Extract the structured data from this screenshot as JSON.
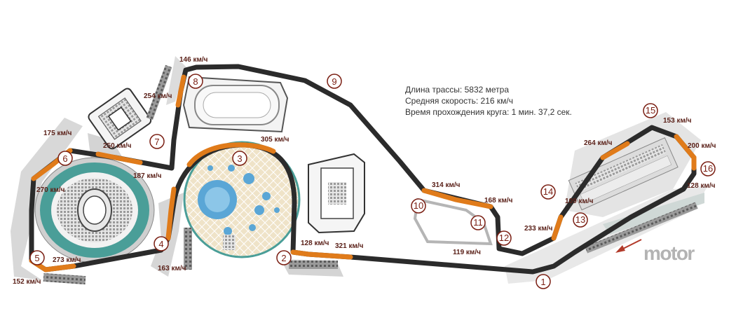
{
  "info": {
    "length": "Длина трассы: 5832 метра",
    "avg_speed": "Средняя скорость: 216 км/ч",
    "lap_time": "Время прохождения круга: 1 мин. 37,2 сек."
  },
  "logo": "motor",
  "colors": {
    "track": "#2b2b2b",
    "braking_zone": "#e07b1a",
    "turn_marker": "#7a1e12",
    "speed_text": "#5a2018",
    "stadium_seats": "#4a9e98",
    "water": "#5aa6d6",
    "logo": "#b3b3b3"
  },
  "turns": [
    {
      "number": "1"
    },
    {
      "number": "2"
    },
    {
      "number": "3"
    },
    {
      "number": "4"
    },
    {
      "number": "5"
    },
    {
      "number": "6"
    },
    {
      "number": "7"
    },
    {
      "number": "8"
    },
    {
      "number": "9"
    },
    {
      "number": "10"
    },
    {
      "number": "11"
    },
    {
      "number": "12"
    },
    {
      "number": "13"
    },
    {
      "number": "14"
    },
    {
      "number": "15"
    },
    {
      "number": "16"
    }
  ],
  "speeds": [
    {
      "label": "146 км/ч"
    },
    {
      "label": "254 км/ч"
    },
    {
      "label": "305 км/ч"
    },
    {
      "label": "175 км/ч"
    },
    {
      "label": "250 км/ч"
    },
    {
      "label": "187 км/ч"
    },
    {
      "label": "270 км/ч"
    },
    {
      "label": "163 км/ч"
    },
    {
      "label": "273 км/ч"
    },
    {
      "label": "152 км/ч"
    },
    {
      "label": "128 км/ч"
    },
    {
      "label": "321 км/ч"
    },
    {
      "label": "314 км/ч"
    },
    {
      "label": "168 км/ч"
    },
    {
      "label": "119 км/ч"
    },
    {
      "label": "233 км/ч"
    },
    {
      "label": "109 км/ч"
    },
    {
      "label": "264 км/ч"
    },
    {
      "label": "153 км/ч"
    },
    {
      "label": "200 км/ч"
    },
    {
      "label": "128 км/ч"
    }
  ],
  "direction_arrow": "arrow-left-icon"
}
